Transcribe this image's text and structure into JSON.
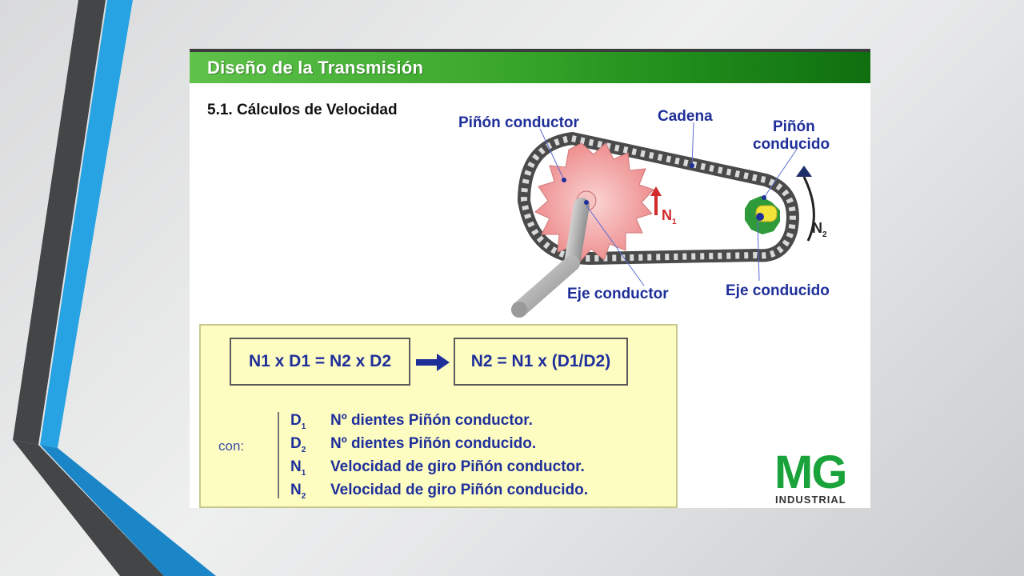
{
  "header": {
    "title": "Diseño de la Transmisión"
  },
  "section": {
    "title": "5.1. Cálculos de Velocidad"
  },
  "diagram_labels": {
    "pinon_conductor": "Piñón conductor",
    "cadena": "Cadena",
    "pinon_conducido_1": "Piñón",
    "pinon_conducido_2": "conducido",
    "n1": "N",
    "n1_sub": "1",
    "n2": "N",
    "n2_sub": "2",
    "eje_conductor": "Eje conductor",
    "eje_conducido": "Eje conducido"
  },
  "formulas": {
    "left": "N1 x D1 = N2 x D2",
    "right": "N2 = N1 x (D1/D2)"
  },
  "variables": {
    "con_label": "con:",
    "items": [
      {
        "symbol": "D",
        "sub": "1",
        "desc": "Nº dientes Piñón conductor."
      },
      {
        "symbol": "D",
        "sub": "2",
        "desc": "Nº dientes Piñón conducido."
      },
      {
        "symbol": "N",
        "sub": "1",
        "desc": "Velocidad de giro Piñón conductor."
      },
      {
        "symbol": "N",
        "sub": "2",
        "desc": "Velocidad de giro Piñón conducido."
      }
    ]
  },
  "logo": {
    "mark": "MG",
    "sub": "INDUSTRIAL"
  },
  "colors": {
    "header_green": "#1e8a1a",
    "label_blue": "#1f2f9a",
    "formula_bg": "#fdfdc2",
    "driver_gear": "#f2a4a4",
    "driven_gear": "#2e9a3a",
    "logo_green": "#1aa33a"
  }
}
